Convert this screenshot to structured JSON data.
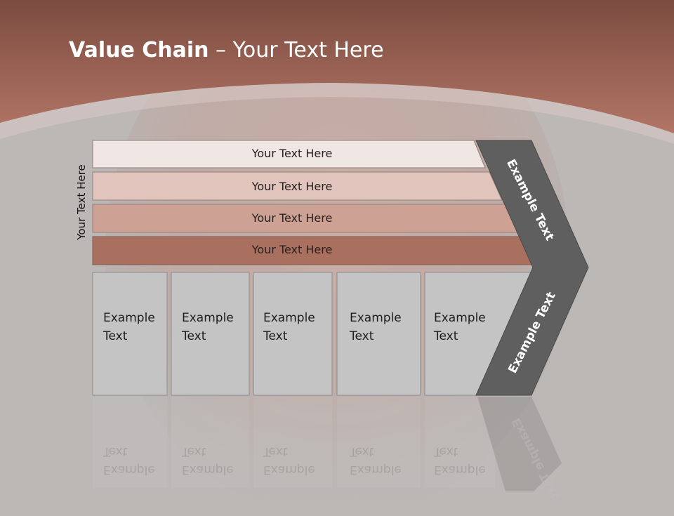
{
  "title": {
    "bold": "Value Chain",
    "rest": " – Your Text Here"
  },
  "side_label": "Your Text Here",
  "bands": [
    "Your Text Here",
    "Your Text Here",
    "Your Text Here",
    "Your Text Here"
  ],
  "cells": [
    [
      "Example",
      "Text"
    ],
    [
      "Example",
      "Text"
    ],
    [
      "Example",
      "Text"
    ],
    [
      "Example",
      "Text"
    ],
    [
      "Example",
      "Text"
    ]
  ],
  "arrow": {
    "upper": "Example Text",
    "lower": "Example Text"
  },
  "colors": {
    "header": "#a6685a",
    "band1": "#f0e6e3",
    "band2": "#e1c4bc",
    "band3": "#cda193",
    "band4": "#a9705f",
    "cell": "#c4c4c4",
    "arrow": "#5f5f5f"
  }
}
